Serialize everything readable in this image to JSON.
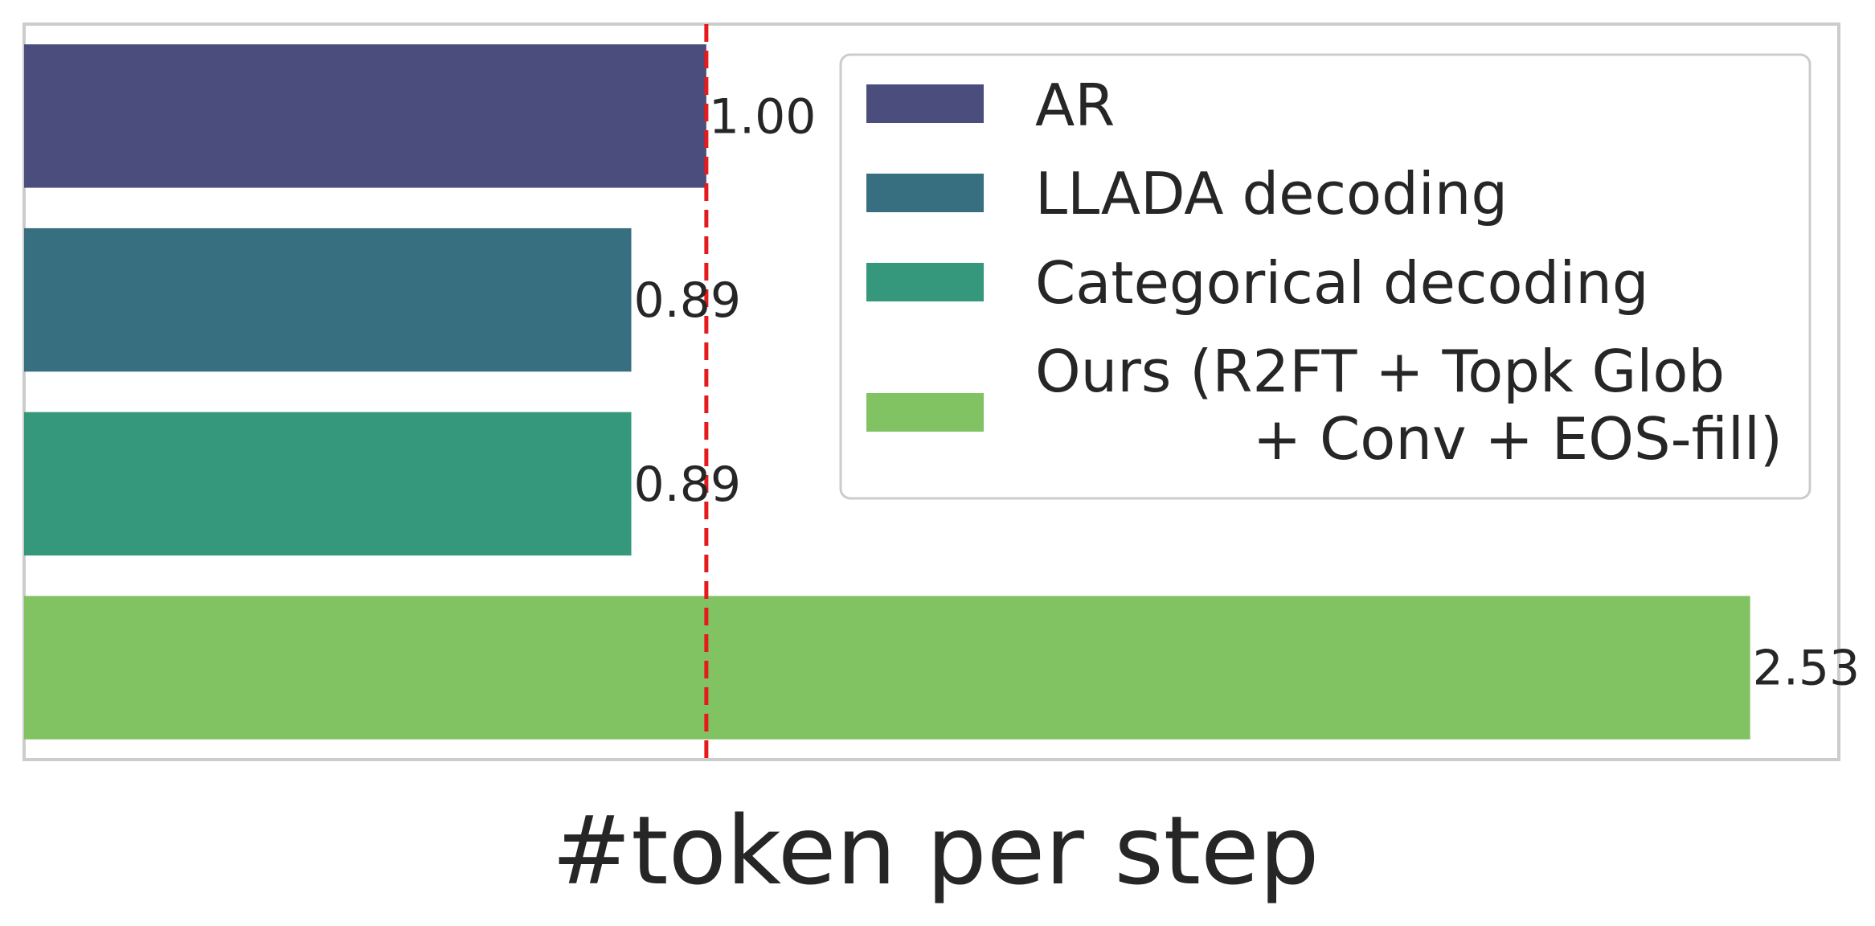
{
  "chart_data": {
    "type": "bar",
    "orientation": "horizontal",
    "categories": [
      "AR",
      "LLADA decoding",
      "Categorical decoding",
      "Ours (R2FT + Topk Glob + Conv + EOS-fill)"
    ],
    "values": [
      1.0,
      0.89,
      0.89,
      2.53
    ],
    "value_labels": [
      "1.00",
      "0.89",
      "0.89",
      "2.53"
    ],
    "colors": [
      "#4b4e7d",
      "#376f80",
      "#35977b",
      "#81c262"
    ],
    "legend": {
      "placement": "top-right",
      "entries": [
        {
          "lines": [
            "AR"
          ]
        },
        {
          "lines": [
            "LLADA decoding"
          ]
        },
        {
          "lines": [
            "Categorical decoding"
          ]
        },
        {
          "lines": [
            "Ours (R2FT + Topk Glob",
            "+ Conv + EOS-fill)"
          ]
        }
      ]
    },
    "xlabel": "#token per step",
    "ylabel": "",
    "title": "",
    "xlim": [
      0,
      2.66
    ],
    "grid": false,
    "reference_line": {
      "x": 1.0,
      "color": "#e41a1c",
      "style": "dashed"
    },
    "frame_color": "#cccccc"
  }
}
